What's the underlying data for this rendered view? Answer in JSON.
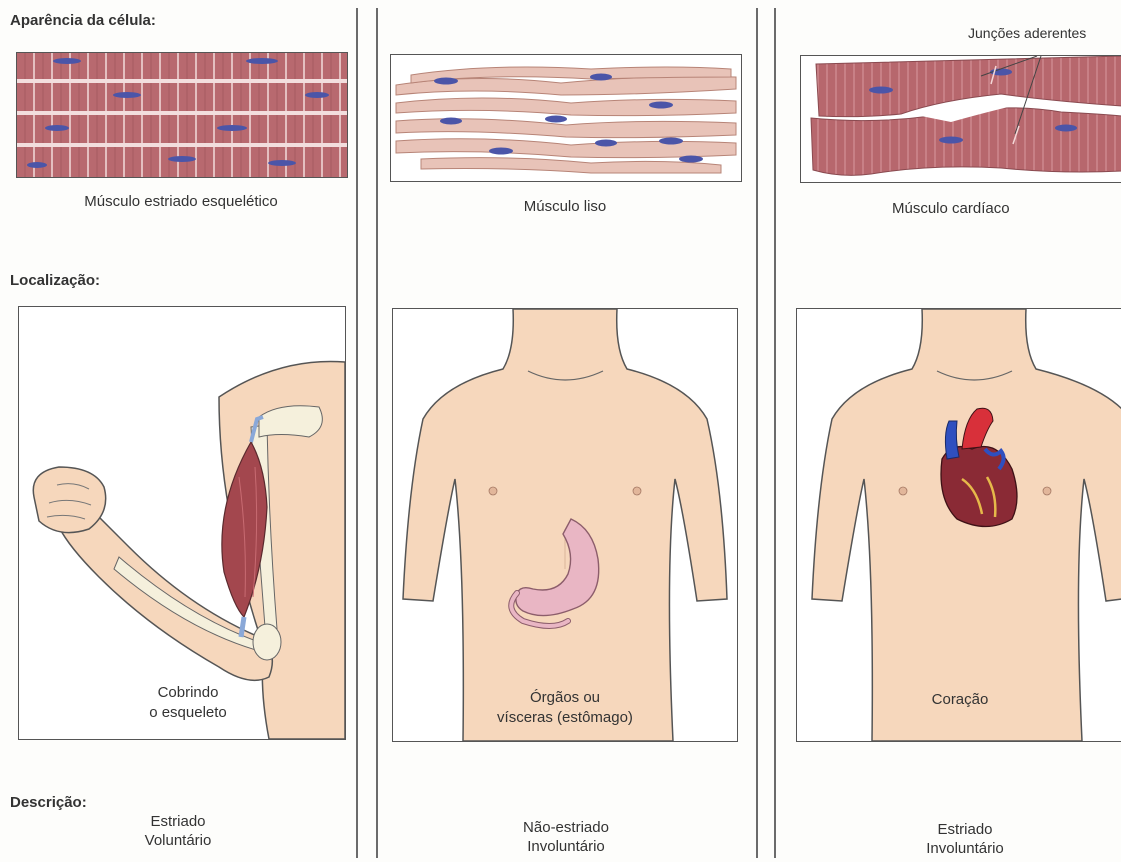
{
  "sections": {
    "cell_appearance": "Aparência da célula:",
    "location": "Localização:",
    "description": "Descrição:"
  },
  "columns": [
    {
      "cell_caption": "Músculo estriado esquelético",
      "location_caption_1": "Cobrindo",
      "location_caption_2": "o esqueleto",
      "desc_1": "Estriado",
      "desc_2": "Voluntário"
    },
    {
      "cell_caption": "Músculo liso",
      "location_caption_1": "Órgãos ou",
      "location_caption_2": "vísceras (estômago)",
      "desc_1": "Não-estriado",
      "desc_2": "Involuntário"
    },
    {
      "cell_caption": "Músculo cardíaco",
      "location_caption_1": "Coração",
      "desc_1": "Estriado",
      "desc_2": "Involuntário",
      "annotation": "Junções aderentes"
    }
  ],
  "colors": {
    "muscle": "#b46a6e",
    "nucleus": "#4b55a8",
    "skin": "#f6d7bc",
    "outline": "#555555"
  }
}
